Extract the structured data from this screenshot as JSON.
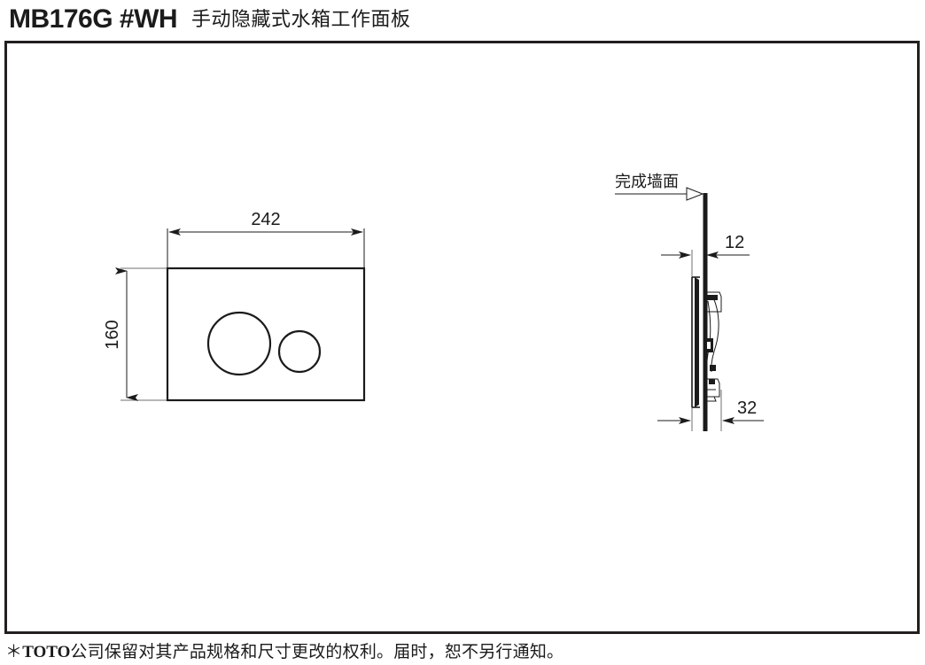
{
  "header": {
    "model_code": "MB176G #WH",
    "description": "手动隐藏式水箱工作面板"
  },
  "drawing": {
    "front_view": {
      "name": "front-view",
      "dim_width_label": "242",
      "dim_height_label": "160",
      "buttons": [
        {
          "name": "large-flush-button",
          "label": ""
        },
        {
          "name": "small-flush-button",
          "label": ""
        }
      ]
    },
    "side_view": {
      "name": "side-view",
      "wall_note": "完成墙面",
      "dim_projection_label": "12",
      "dim_depth_label": "32"
    }
  },
  "footer": {
    "asterisk": "＊",
    "brand": "TOTO",
    "note": "公司保留对其产品规格和尺寸更改的权利。届时，恕不另行通知。"
  },
  "colors": {
    "ink": "#1b1b1b",
    "frame": "#231f20",
    "background": "#ffffff",
    "gray": "#6f6f6f"
  }
}
